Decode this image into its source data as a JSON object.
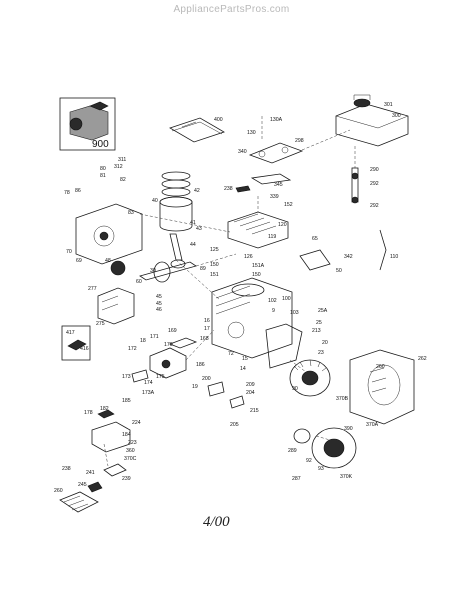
{
  "header": {
    "site": "AppliancePartsPros.com"
  },
  "footer": {
    "date": "4/00"
  },
  "callouts": {
    "c900": "900",
    "c400": "400",
    "c301": "301",
    "c300": "300",
    "c130A": "130A",
    "c130": "130",
    "c298": "298",
    "c340": "340",
    "c345": "345",
    "c238": "238",
    "c339": "339",
    "c152": "152",
    "c120": "120",
    "c119": "119",
    "c311": "311",
    "c312": "312",
    "c80": "80",
    "c81": "81",
    "c82": "82",
    "c83": "83",
    "c78": "78",
    "c86": "86",
    "c40": "40",
    "c42": "42",
    "c41": "41",
    "c43": "43",
    "c44": "44",
    "c290": "290",
    "c292a": "292",
    "c292b": "292",
    "c65": "65",
    "c342": "342",
    "c110": "110",
    "c50": "50",
    "c70": "70",
    "c69": "69",
    "c48": "48",
    "c30": "30",
    "c60": "60",
    "c89": "89",
    "c151A": "151A",
    "c126": "126",
    "c150a": "150",
    "c150b": "150",
    "c151": "151",
    "c125": "125",
    "c277": "277",
    "c45a": "45",
    "c45b": "45",
    "c46": "46",
    "c275": "275",
    "c102": "102",
    "c100": "100",
    "c25A": "25A",
    "c103": "103",
    "c9": "9",
    "c25": "25",
    "c417": "417",
    "c416": "416",
    "c169": "169",
    "c171": "171",
    "c170": "170",
    "c172": "172",
    "c18": "18",
    "c17": "17",
    "c16": "16",
    "c168": "168",
    "c186": "186",
    "c72": "72",
    "c15": "15",
    "c14": "14",
    "c213": "213",
    "c20": "20",
    "c23": "23",
    "c262": "262",
    "c260": "260",
    "c173": "173",
    "c174": "174",
    "c173A": "173A",
    "c175": "175",
    "c200": "200",
    "c19": "19",
    "c209": "209",
    "c204": "204",
    "c215": "215",
    "c205": "205",
    "c370B": "370B",
    "c370A": "370A",
    "c90": "90",
    "c178": "178",
    "c182": "182",
    "c185": "185",
    "c224": "224",
    "c184": "184",
    "c223": "223",
    "c360": "360",
    "c370C": "370C",
    "c390": "390",
    "c289": "289",
    "c92": "92",
    "c93": "93",
    "c287": "287",
    "c370K": "370K",
    "c238b": "238",
    "c241": "241",
    "c260b": "260",
    "c245": "245",
    "c239": "239"
  }
}
